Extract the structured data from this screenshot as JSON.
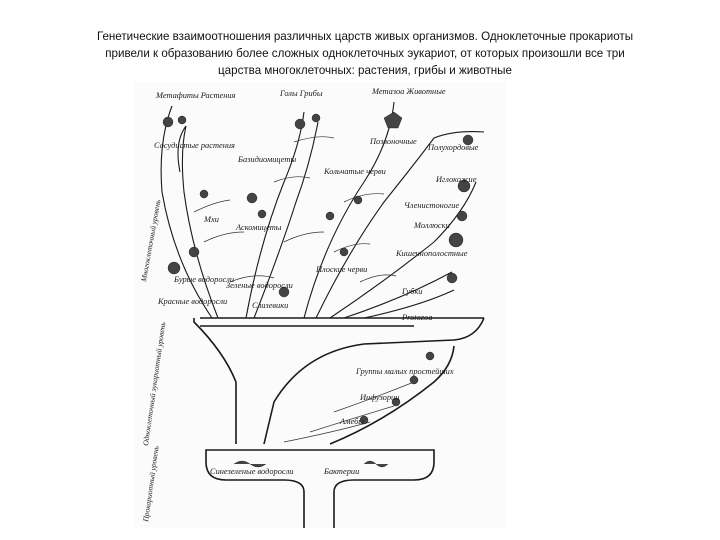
{
  "caption": {
    "line1": "Генетические взаимоотношения различных царств живых организмов. Одноклеточные прокариоты",
    "line2": "привели к образованию более сложных одноклеточных эукариот, от которых произошли все три",
    "line3": "царства многоклеточных: растения, грибы и животные"
  },
  "diagram": {
    "top_plants": "Метафиты Растения",
    "top_fungi": "Голы Грибы",
    "top_animals": "Метазоа Животные",
    "mosses": "Сосудистые растения",
    "mosses2": "Мхи",
    "basidio": "Базидиомицеты",
    "chordates": "Позвоночные",
    "hemichord": "Полухордовые",
    "echinoderm": "Иглокожие",
    "annelids": "Кольчатые черви",
    "arthropods": "Членистоногие",
    "mollusks": "Моллюски",
    "coelenterata": "Кишечнополостные",
    "sponges": "Губки",
    "ascomycetes": "Аскомицеты",
    "flatworms": "Плоские черви",
    "redalgae": "Красные водоросли",
    "greenalgae": "Зеленые водоросли",
    "brownalgae": "Бурые водоросли",
    "slime": "Слизевики",
    "protozoa": "Protozoa",
    "flagellates": "Группы малых простейших",
    "ciliates": "Инфузории",
    "amoebas": "Амебы",
    "bluegreen": "Синезеленые водоросли",
    "bacteria": "Бактерии",
    "level_multi": "Многоклеточный уровень",
    "level_euk": "Одноклеточный эукариотный уровень",
    "level_prok": "Прокариотный уровень"
  }
}
